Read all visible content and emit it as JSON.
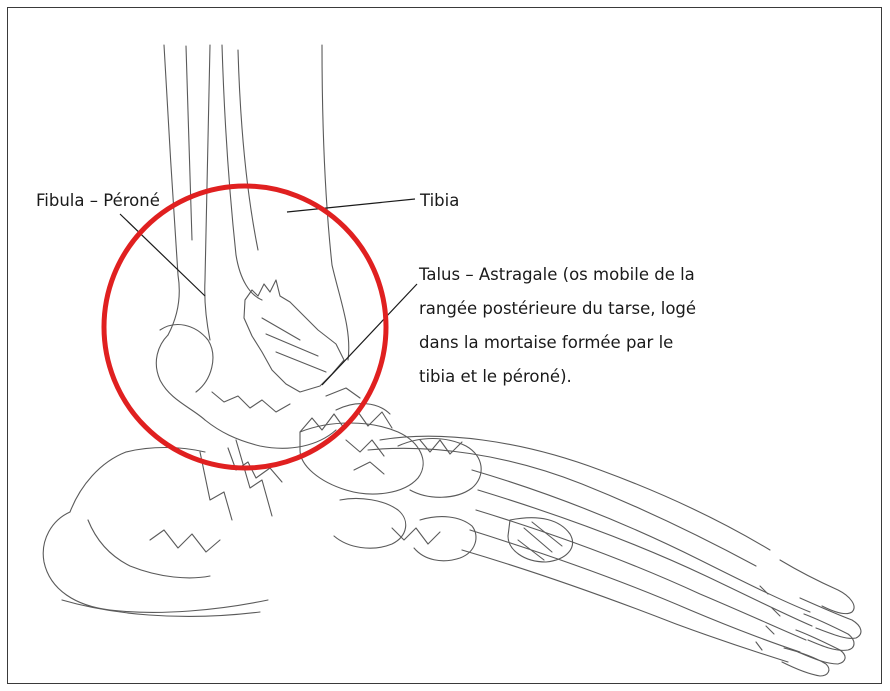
{
  "labels": {
    "fibula": "Fibula – Péroné",
    "tibia": "Tibia",
    "talus_lines": [
      "Talus – Astragale (os mobile de la",
      "rangée postérieure du tarse, logé",
      "dans la mortaise formée par le",
      "tibia et le péroné)."
    ]
  },
  "colors": {
    "highlight_circle": "#e02020",
    "line_art": "#5a5a5a",
    "frame": "#3a3a3a"
  }
}
